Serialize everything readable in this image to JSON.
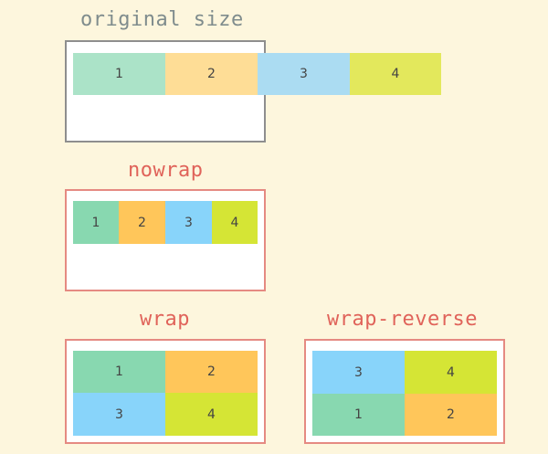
{
  "colors": {
    "background": "#fdf6dd",
    "gray_label": "#7f8c8d",
    "gray_border": "#8e8e8e",
    "red_label": "#e0635a",
    "red_border": "#e58a82",
    "item_green": "#88d8b0",
    "item_orange": "#ffc65a",
    "item_blue": "#88d4fa",
    "item_lime": "#d5e535"
  },
  "original": {
    "label": "original size",
    "items": [
      "1",
      "2",
      "3",
      "4"
    ]
  },
  "nowrap": {
    "label": "nowrap",
    "items": [
      "1",
      "2",
      "3",
      "4"
    ]
  },
  "wrap": {
    "label": "wrap",
    "items": [
      "1",
      "2",
      "3",
      "4"
    ]
  },
  "wrap_reverse": {
    "label": "wrap-reverse",
    "items": [
      "3",
      "4",
      "1",
      "2"
    ]
  }
}
